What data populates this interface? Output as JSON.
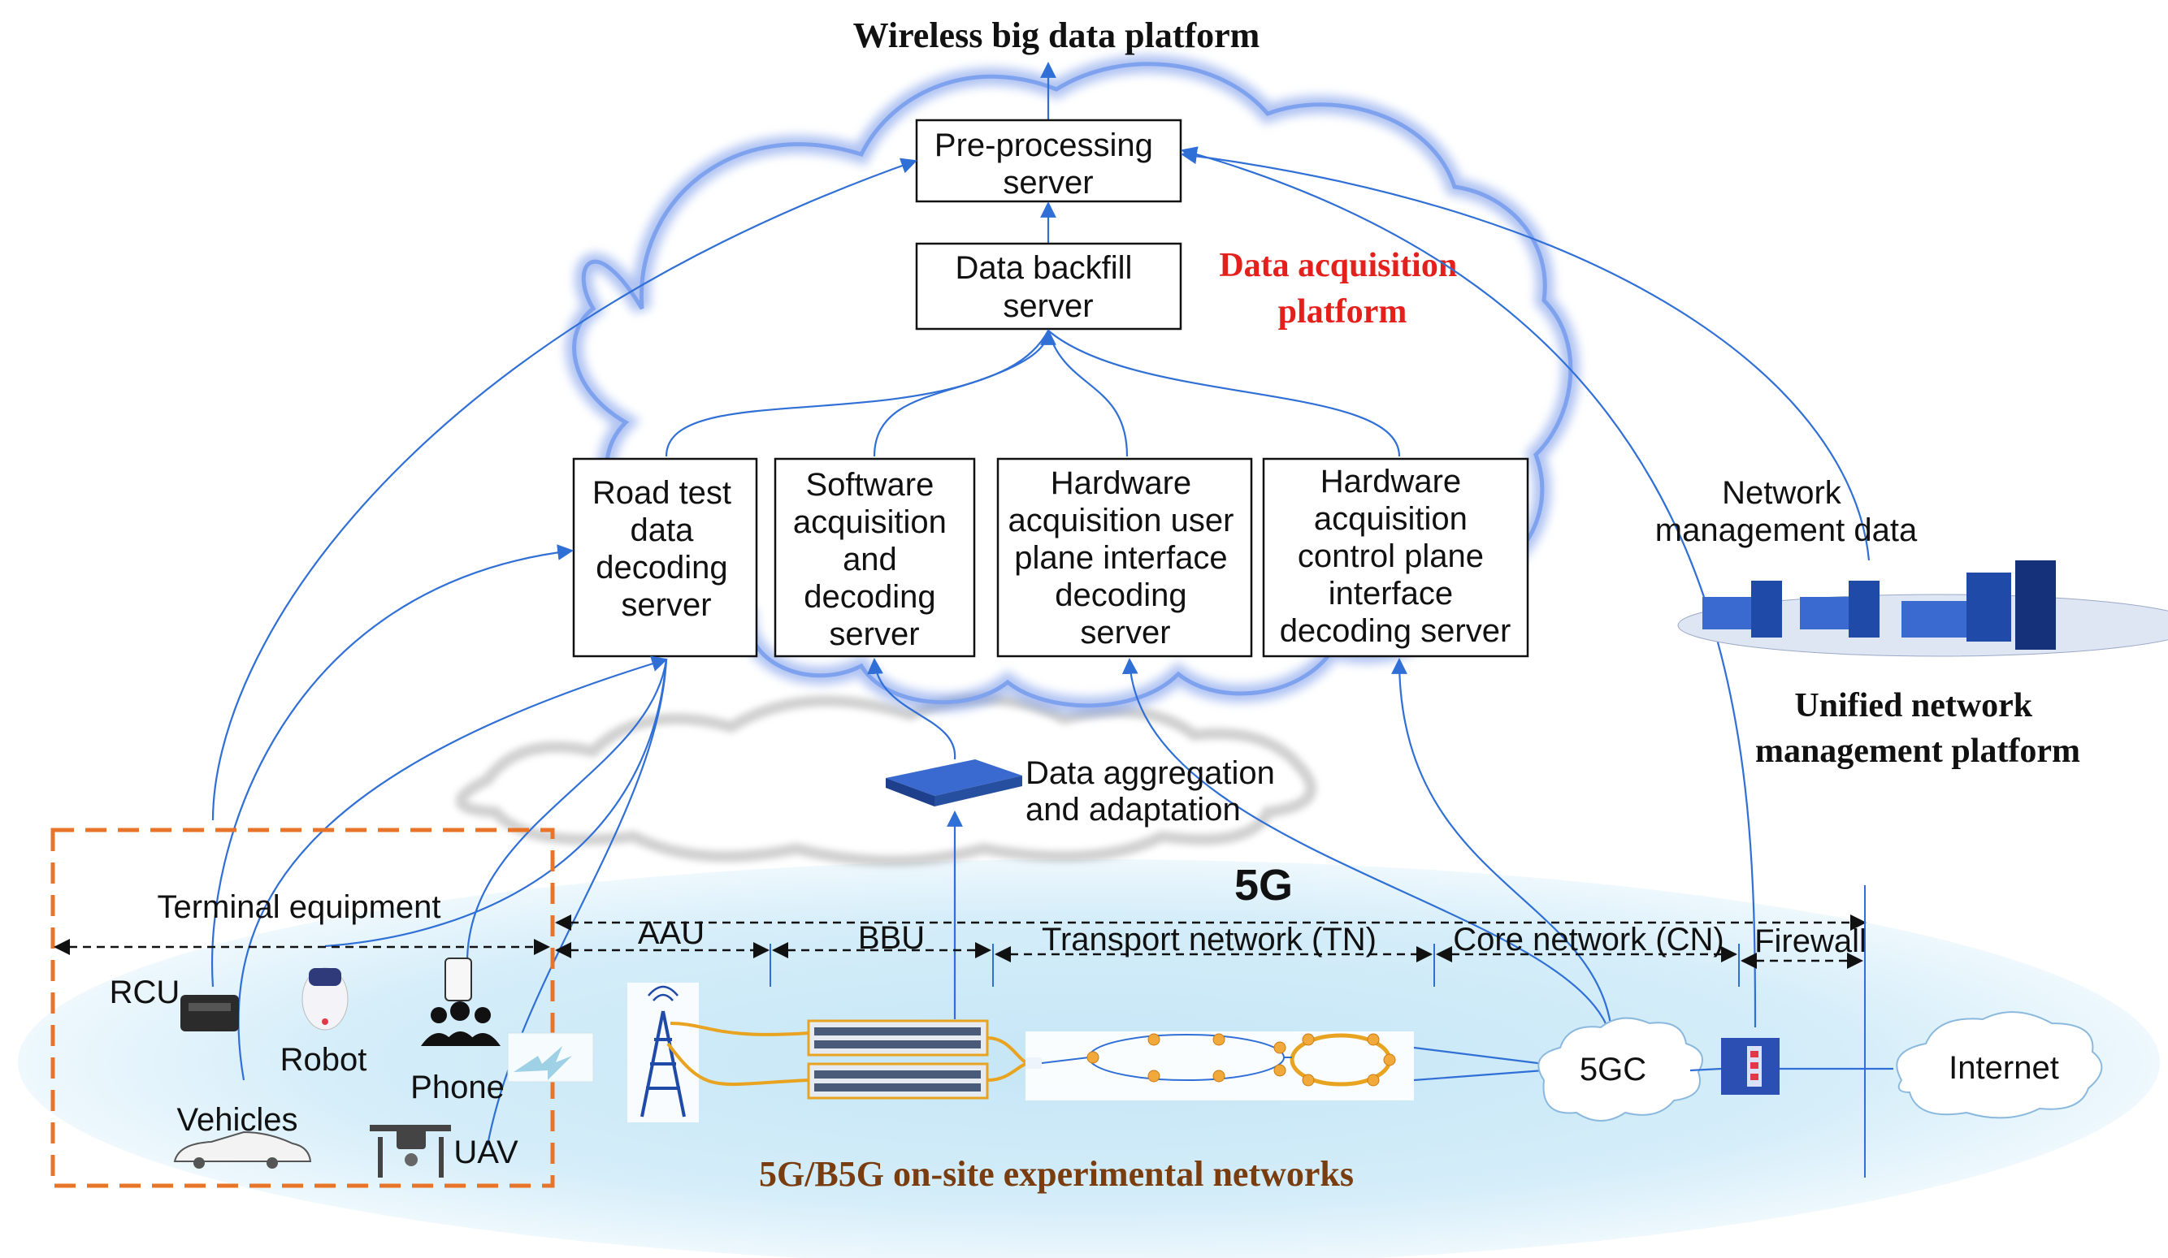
{
  "title": "Wireless big data platform",
  "acquisition_platform": [
    "Data acquisition",
    "platform"
  ],
  "servers": {
    "preprocessing": [
      "Pre-processing",
      "server"
    ],
    "backfill": [
      "Data backfill",
      "server"
    ],
    "road_test": [
      "Road test",
      "data",
      "decoding",
      "server"
    ],
    "software": [
      "Software",
      "acquisition",
      "and",
      "decoding",
      "server"
    ],
    "hw_user": [
      "Hardware",
      "acquisition user",
      "plane interface",
      "decoding",
      "server"
    ],
    "hw_control": [
      "Hardware",
      "acquisition",
      "control plane",
      "interface",
      "decoding server"
    ]
  },
  "network_mgmt_data": [
    "Network",
    "management data"
  ],
  "unified_platform": [
    "Unified network",
    "management platform"
  ],
  "aggregation": [
    "Data aggregation",
    "and adaptation"
  ],
  "label_5g": "5G",
  "segments": {
    "terminal": "Terminal equipment",
    "aau": "AAU",
    "bbu": "BBU",
    "tn": "Transport network (TN)",
    "cn": "Core network (CN)",
    "firewall": "Firewall"
  },
  "devices": {
    "rcu": "RCU",
    "robot": "Robot",
    "phone": "Phone",
    "vehicles": "Vehicles",
    "uav": "UAV"
  },
  "core_5gc": "5GC",
  "internet": "Internet",
  "footer": "5G/B5G on-site experimental networks",
  "colors": {
    "link": "#2f6fd6",
    "acquisition_red": "#e3201b",
    "terminal_dash": "#e8742a",
    "cloud_glow": "#6f93e8",
    "ellipse_fill": "#d7eef9",
    "footer_text": "#7a3d10"
  },
  "icons": [
    "base-station-tower-icon",
    "bbu-rack-icon",
    "ring-network-icon",
    "firewall-icon",
    "server-workstations-icon",
    "aggregation-switch-icon",
    "rcu-device-icon",
    "robot-icon",
    "phone-icon",
    "people-icon",
    "car-icon",
    "drone-icon",
    "wireless-signal-icon"
  ]
}
